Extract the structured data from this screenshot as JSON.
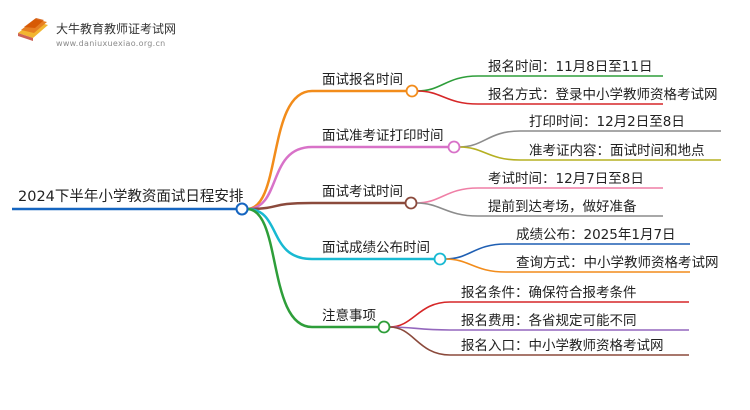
{
  "logo": {
    "title": "大牛教育教师证考试网",
    "url": "www.daniuxuexiao.org.cn"
  },
  "root": {
    "label": "2024下半年小学教资面试日程安排",
    "color": "#1565c0"
  },
  "branches": [
    {
      "label": "面试报名时间",
      "color": "#f28c1b",
      "leaves": [
        {
          "label": "报名时间：11月8日至11日",
          "color": "#2e9e3a"
        },
        {
          "label": "报名方式：登录中小学教师资格考试网",
          "color": "#d62728"
        }
      ]
    },
    {
      "label": "面试准考证打印时间",
      "color": "#d872c8",
      "leaves": [
        {
          "label": "打印时间：12月2日至8日",
          "color": "#8c8c8c"
        },
        {
          "label": "准考证内容：面试时间和地点",
          "color": "#b5b022"
        }
      ]
    },
    {
      "label": "面试考试时间",
      "color": "#8b4a3c",
      "leaves": [
        {
          "label": "考试时间：12月7日至8日",
          "color": "#ef7fa6"
        },
        {
          "label": "提前到达考场，做好准备",
          "color": "#8c8c8c"
        }
      ]
    },
    {
      "label": "面试成绩公布时间",
      "color": "#18b9d2",
      "leaves": [
        {
          "label": "成绩公布：2025年1月7日",
          "color": "#1f5fb3"
        },
        {
          "label": "查询方式：中小学教师资格考试网",
          "color": "#f28c1b"
        }
      ]
    },
    {
      "label": "注意事项",
      "color": "#2e9e3a",
      "leaves": [
        {
          "label": "报名条件：确保符合报考条件",
          "color": "#d62728"
        },
        {
          "label": "报名费用：各省规定可能不同",
          "color": "#9467bd"
        },
        {
          "label": "报名入口：中小学教师资格考试网",
          "color": "#8b4a3c"
        }
      ]
    }
  ]
}
